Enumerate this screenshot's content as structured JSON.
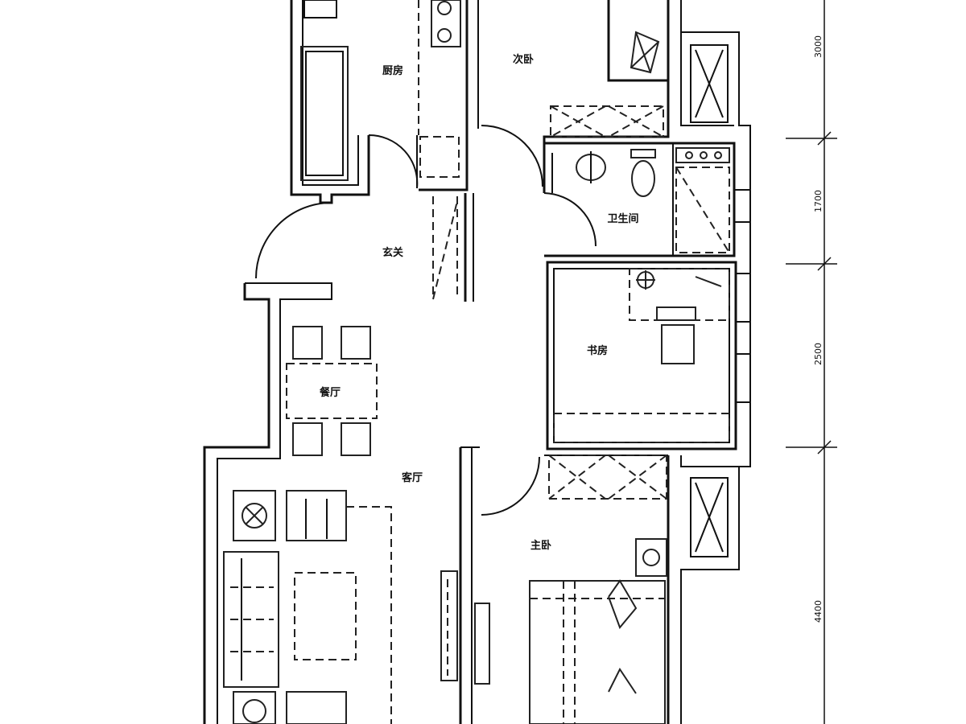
{
  "rooms": {
    "kitchen": "厨房",
    "bedroom2": "次卧",
    "bathroom": "卫生间",
    "entrance": "玄关",
    "study": "书房",
    "dining": "餐厅",
    "living": "客厅",
    "master": "主卧"
  },
  "dimensions": [
    "3000",
    "1700",
    "2500",
    "4400"
  ],
  "colors": {
    "line": "#111111",
    "background": "#ffffff"
  }
}
